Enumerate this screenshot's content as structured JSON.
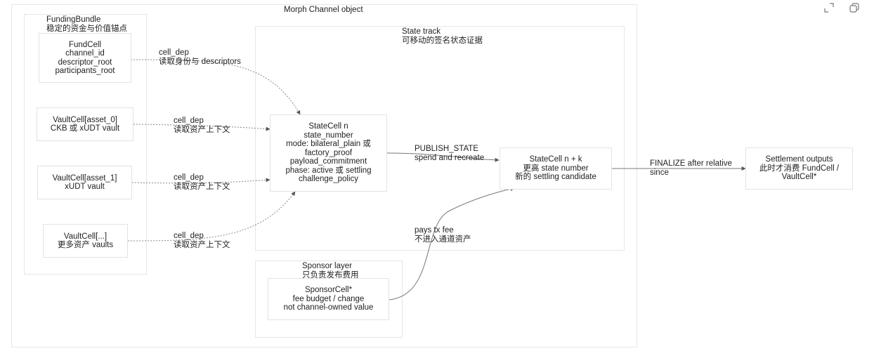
{
  "diagram": {
    "outer_title": "Morph Channel object",
    "funding": {
      "title": [
        "FundingBundle",
        "稳定的资金与价值锚点"
      ],
      "fundcell": [
        "FundCell",
        "channel_id",
        "descriptor_root",
        "participants_root"
      ],
      "vault0": [
        "VaultCell[asset_0]",
        "CKB 或 xUDT vault"
      ],
      "vault1": [
        "VaultCell[asset_1]",
        "xUDT vault"
      ],
      "vaultn": [
        "VaultCell[...]",
        "更多资产 vaults"
      ]
    },
    "state_track": {
      "title": [
        "State track",
        "可移动的签名状态证据"
      ],
      "statecell_n": [
        "StateCell n",
        "state_number",
        "mode: bilateral_plain 或",
        "factory_proof",
        "payload_commitment",
        "phase: active 或 settling",
        "challenge_policy"
      ],
      "statecell_nk": [
        "StateCell n + k",
        "更高 state number",
        "新的 settling candidate"
      ]
    },
    "sponsor": {
      "title": [
        "Sponsor layer",
        "只负责发布费用"
      ],
      "sponsorcell": [
        "SponsorCell*",
        "fee budget / change",
        "not channel-owned value"
      ]
    },
    "settlement": [
      "Settlement outputs",
      "此时才消费 FundCell /",
      "VaultCell*"
    ],
    "edge_labels": {
      "fund_to_state": [
        "cell_dep",
        "读取身份与 descriptors"
      ],
      "vault0_to_state": [
        "cell_dep",
        "读取资产上下文"
      ],
      "vault1_to_state": [
        "cell_dep",
        "读取资产上下文"
      ],
      "vaultn_to_state": [
        "cell_dep",
        "读取资产上下文"
      ],
      "publish": [
        "PUBLISH_STATE",
        "spend and recreate"
      ],
      "sponsor_fee": [
        "pays tx fee",
        "不进入通道资产"
      ],
      "finalize": [
        "FINALIZE after relative",
        "since"
      ]
    }
  },
  "toolbar": {
    "expand_icon": "expand-icon",
    "copy_icon": "copy-icon"
  }
}
